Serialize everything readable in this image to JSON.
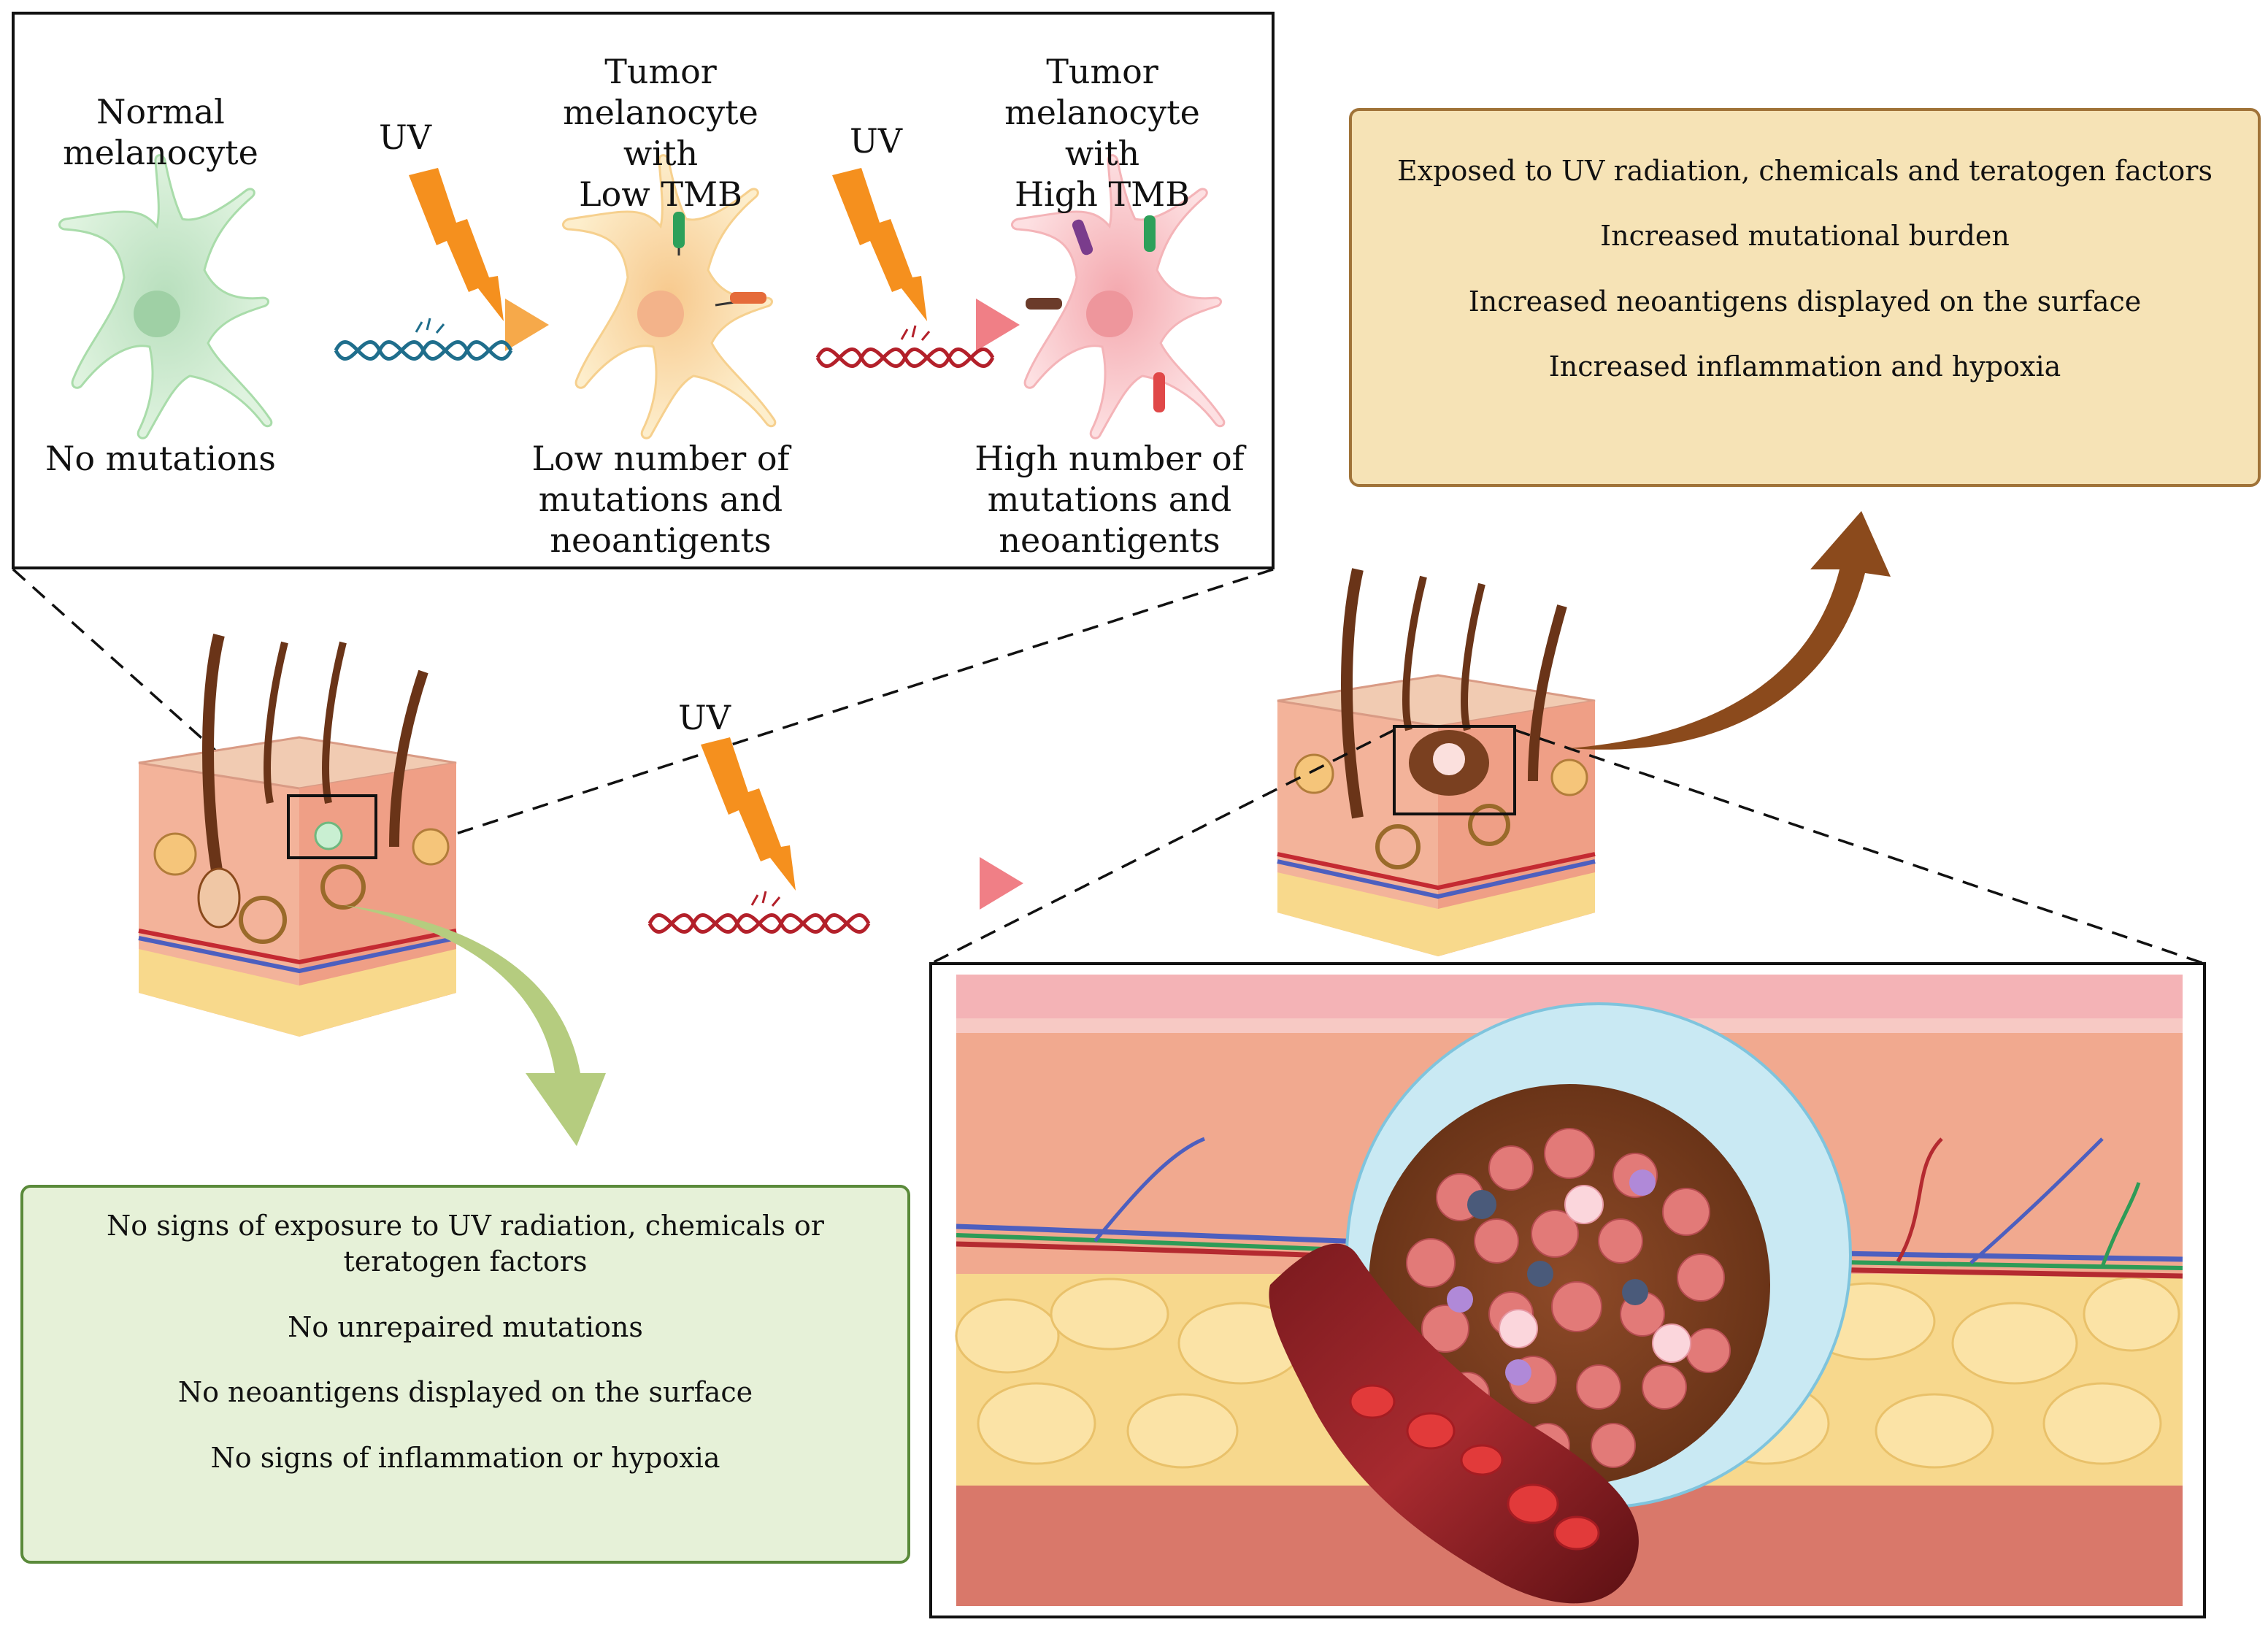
{
  "panel_top": {
    "normal_title": "Normal\nmelanocyte",
    "normal_caption": "No mutations",
    "low_title": "Tumor\nmelanocyte with\nLow TMB",
    "low_caption": "Low number of\nmutations and\nneoantigents",
    "high_title": "Tumor\nmelanocyte with\nHigh TMB",
    "high_caption": "High number of\nmutations and\nneoantigents",
    "uv_1": "UV",
    "uv_2": "UV"
  },
  "uv_center": "UV",
  "box_tumor": {
    "lines": [
      "Exposed to UV radiation, chemicals and teratogen factors",
      "Increased mutational burden",
      "Increased neoantigens displayed on the surface",
      "Increased inflammation and hypoxia"
    ],
    "bg": "#f6e3b6",
    "border": "#a07338"
  },
  "box_normal": {
    "lines": [
      "No signs of exposure to UV radiation, chemicals or teratogen factors",
      "No unrepaired mutations",
      "No neoantigens displayed on the surface",
      "No signs of inflammation or hypoxia"
    ],
    "bg": "#e6f1d8",
    "border": "#5a8a3a"
  },
  "colors": {
    "uv_bolt": "#f5901e",
    "normal_cell": "#cdeccd",
    "low_cell": "#fbe6b8",
    "high_cell": "#f9cfd3",
    "dna_blue": "#1f6e8c",
    "dna_red": "#b3202a",
    "arrow_green": "#b5cc7f",
    "arrow_brown": "#8b4a1c"
  }
}
